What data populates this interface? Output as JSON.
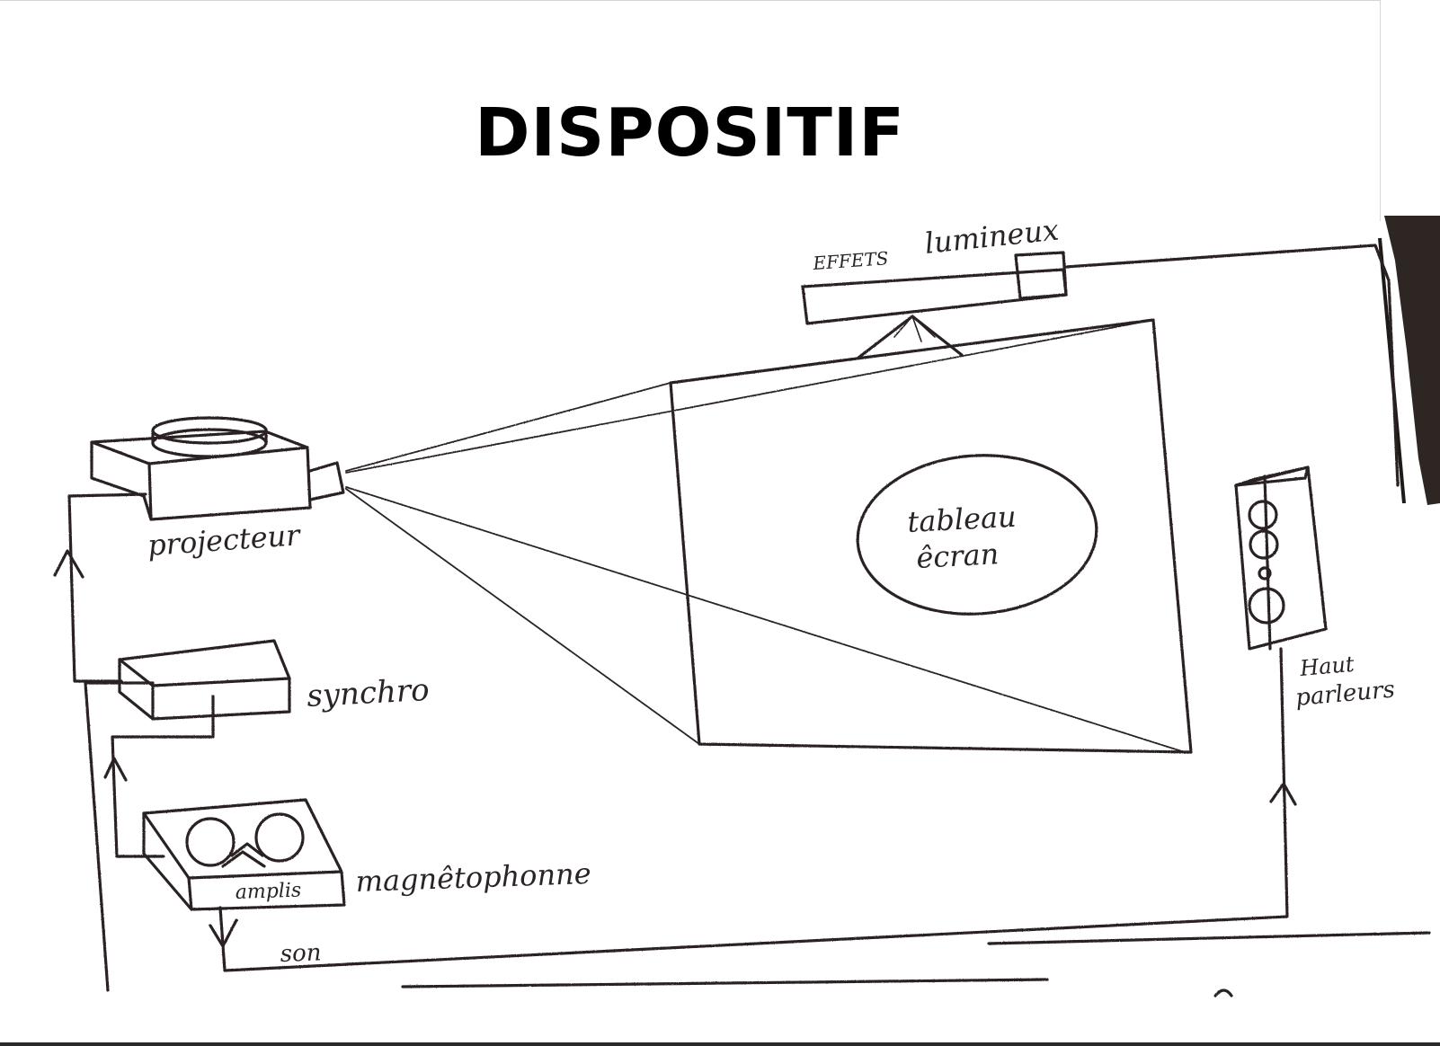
{
  "title": "DISPOSITIF",
  "labels": {
    "effets": "EFFETS",
    "lumineux": "lumineux",
    "projecteur": "projecteur",
    "tableau": "tableau",
    "ecran": "êcran",
    "synchro": "synchro",
    "haut": "Haut",
    "parleurs": "parleurs",
    "amplis": "amplis",
    "magnetophone": "magnêtophonne",
    "son": "son"
  },
  "colors": {
    "ink": "#2a2424",
    "title": "#000000",
    "background": "#ffffff"
  }
}
